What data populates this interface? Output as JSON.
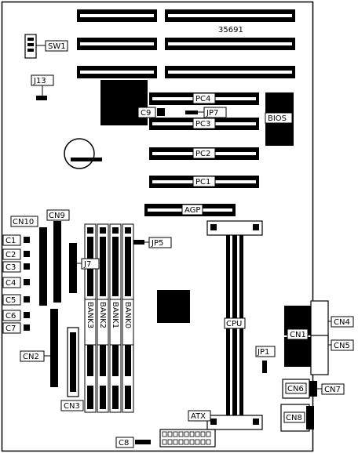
{
  "board_code": "35691",
  "labels": {
    "sw1": "SW1",
    "j13": "J13",
    "pc4": "PC4",
    "pc3": "PC3",
    "pc2": "PC2",
    "pc1": "PC1",
    "agp": "AGP",
    "c9": "C9",
    "jp7": "JP7",
    "bios": "BIOS",
    "jp5": "JP5",
    "j7": "J7",
    "cn10": "CN10",
    "cn9": "CN9",
    "c1": "C1",
    "c2": "C2",
    "c3": "C3",
    "c4": "C4",
    "c5": "C5",
    "c6": "C6",
    "c7": "C7",
    "cn2": "CN2",
    "cn3": "CN3",
    "bank3": "BANK3",
    "bank2": "BANK2",
    "bank1": "BANK1",
    "bank0": "BANK0",
    "cpu": "CPU",
    "jp1": "JP1",
    "cn4": "CN4",
    "cn1": "CN1",
    "cn5": "CN5",
    "cn6": "CN6",
    "cn7": "CN7",
    "cn8": "CN8",
    "atx": "ATX",
    "c8": "C8"
  },
  "colors": {
    "ink": "#000000",
    "paper": "#ffffff"
  }
}
